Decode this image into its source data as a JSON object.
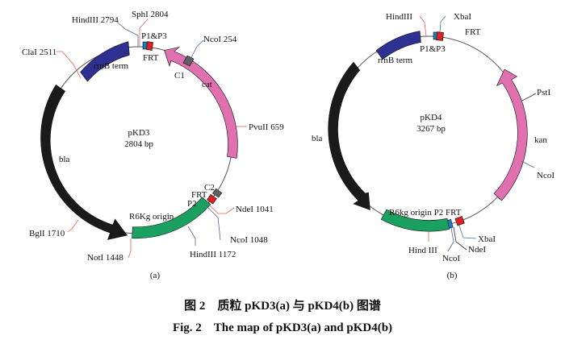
{
  "figure": {
    "caption_cn": "图 2　质粒 pKD3(a) 与 pKD4(b) 图谱",
    "caption_en": "Fig. 2　The map of pKD3(a) and pKD4(b)"
  },
  "colors": {
    "backbone": "#555555",
    "rrnB": "#2e3192",
    "cat_kan": "#e070b0",
    "bla": "#1a1a1a",
    "origin": "#1aa060",
    "frt": "#e02020",
    "promoter": "#1a7fc0",
    "c_box": "#606060",
    "site_red": "#e0604a",
    "site_blue": "#5060a0"
  },
  "plasmids": [
    {
      "panel": "(a)",
      "name": "pKD3",
      "size": "2804 bp",
      "features": {
        "rrnB": "rrnB term",
        "p1p3": "P1&P3",
        "frt_top": "FRT",
        "c1": "C1",
        "cat": "cat",
        "c2": "C2",
        "frt_bottom": "FRT",
        "p2": "P2",
        "origin": "R6Kg origin",
        "bla": "bla"
      },
      "sites": {
        "hindiii_top": "HindIII 2794",
        "sphi": "SphI 2804",
        "clai": "ClaI 2511",
        "ncoi_top": "NcoI 254",
        "pvuii": "PvuII 659",
        "ndei": "NdeI 1041",
        "ncoi_bottom": "NcoI 1048",
        "hindiii_bottom": "HindIII 1172",
        "noti": "NotI 1448",
        "bgli": "BglI 1710"
      }
    },
    {
      "panel": "(b)",
      "name": "pKD4",
      "size": "3267 bp",
      "features": {
        "rrnB": "rrnB term",
        "p1p3": "P1&P3",
        "frt_top": "FRT",
        "kan": "kan",
        "bottom_label": "R6kg origin P2 FRT",
        "bla": "bla"
      },
      "sites": {
        "hindiii_top": "HindIII",
        "xbai_top": "XbaI",
        "psti": "PstI",
        "ncoi_right": "NcoI",
        "xbai_bottom": "XbaI",
        "ndei": "NdeI",
        "ncoi_bottom": "NcoI",
        "hindiii_bottom": "Hind III"
      }
    }
  ]
}
